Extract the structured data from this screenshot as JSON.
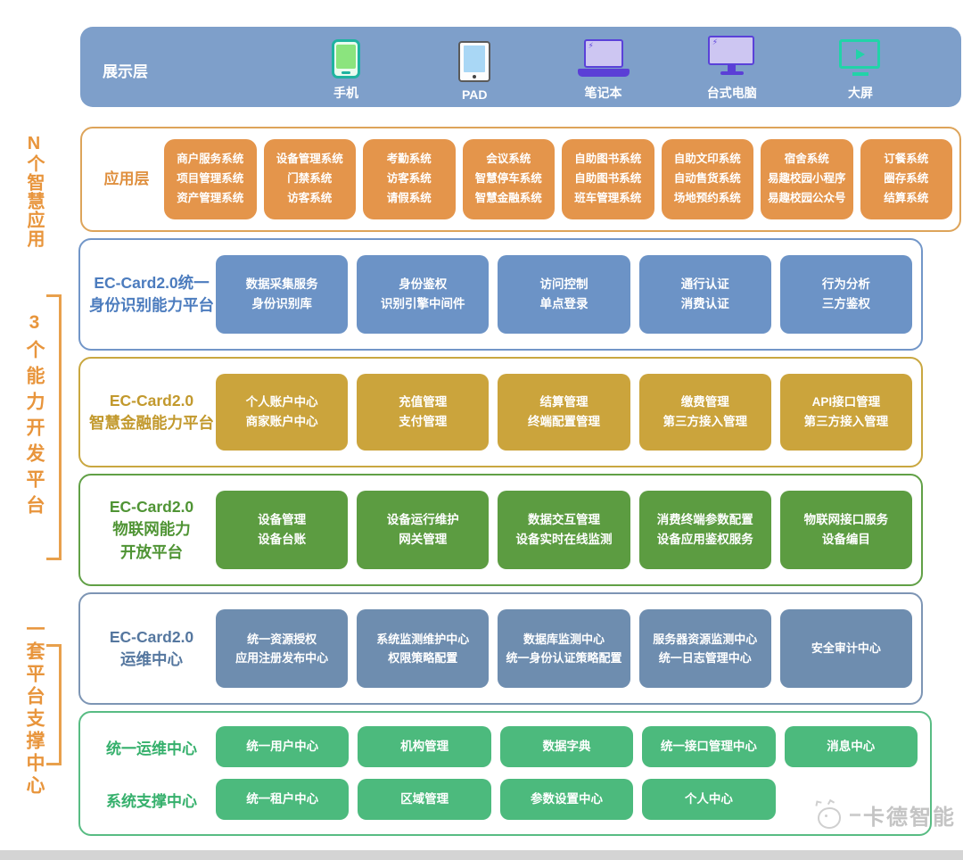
{
  "display_layer": {
    "label": "展示层",
    "devices": [
      {
        "label": "手机",
        "icon": "phone-icon"
      },
      {
        "label": "PAD",
        "icon": "tablet-icon"
      },
      {
        "label": "笔记本",
        "icon": "laptop-icon"
      },
      {
        "label": "台式电脑",
        "icon": "desktop-icon"
      },
      {
        "label": "大屏",
        "icon": "bigscreen-icon"
      }
    ]
  },
  "app_layer": {
    "label": "应用层",
    "boxes": [
      [
        "商户服务系统",
        "项目管理系统",
        "资产管理系统"
      ],
      [
        "设备管理系统",
        "门禁系统",
        "访客系统"
      ],
      [
        "考勤系统",
        "访客系统",
        "请假系统"
      ],
      [
        "会议系统",
        "智慧停车系统",
        "智慧金融系统"
      ],
      [
        "自助图书系统",
        "自助图书系统",
        "班车管理系统"
      ],
      [
        "自助文印系统",
        "自动售货系统",
        "场地预约系统"
      ],
      [
        "宿舍系统",
        "易趣校园小程序",
        "易趣校园公众号"
      ],
      [
        "订餐系统",
        "圈存系统",
        "结算系统"
      ]
    ]
  },
  "capability_rows": [
    {
      "label": "EC-Card2.0统一\n身份识别能力平台",
      "boxes": [
        [
          "数据采集服务",
          "身份识别库"
        ],
        [
          "身份鉴权",
          "识别引擎中间件"
        ],
        [
          "访问控制",
          "单点登录"
        ],
        [
          "通行认证",
          "消费认证"
        ],
        [
          "行为分析",
          "三方鉴权"
        ]
      ]
    },
    {
      "label": "EC-Card2.0\n智慧金融能力平台",
      "boxes": [
        [
          "个人账户中心",
          "商家账户中心"
        ],
        [
          "充值管理",
          "支付管理"
        ],
        [
          "结算管理",
          "终端配置管理"
        ],
        [
          "缴费管理",
          "第三方接入管理"
        ],
        [
          "API接口管理",
          "第三方接入管理"
        ]
      ]
    },
    {
      "label": "EC-Card2.0\n物联网能力\n开放平台",
      "boxes": [
        [
          "设备管理",
          "设备台账"
        ],
        [
          "设备运行维护",
          "网关管理"
        ],
        [
          "数据交互管理",
          "设备实时在线监测"
        ],
        [
          "消费终端参数配置",
          "设备应用鉴权服务"
        ],
        [
          "物联网接口服务",
          "设备编目"
        ]
      ]
    },
    {
      "label": "EC-Card2.0\n运维中心",
      "boxes": [
        [
          "统一资源授权",
          "应用注册发布中心"
        ],
        [
          "系统监测维护中心",
          "权限策略配置"
        ],
        [
          "数据库监测中心",
          "统一身份认证策略配置"
        ],
        [
          "服务器资源监测中心",
          "统一日志管理中心"
        ],
        [
          "安全审计中心"
        ]
      ]
    }
  ],
  "support_layer": {
    "rows": [
      {
        "label": "统一运维中心",
        "boxes": [
          "统一用户中心",
          "机构管理",
          "数据字典",
          "统一接口管理中心",
          "消息中心"
        ]
      },
      {
        "label": "系统支撑中心",
        "boxes": [
          "统一租户中心",
          "区域管理",
          "参数设置中心",
          "个人中心"
        ]
      }
    ]
  },
  "side_labels": [
    {
      "text": "N个智慧应用"
    },
    {
      "text": "3个能力开发平台"
    },
    {
      "text": "一套平台支撑中心"
    }
  ],
  "watermark": "卡德智能",
  "colors": {
    "display_bg": "#7E9FCA",
    "app_orange": "#E4954B",
    "identity_blue": "#6C93C6",
    "finance_gold": "#CBA43C",
    "iot_green": "#5C9C41",
    "ops_slate": "#6E8DAF",
    "support_mint": "#4CBA7D",
    "side_label_orange": "#E8953C"
  }
}
